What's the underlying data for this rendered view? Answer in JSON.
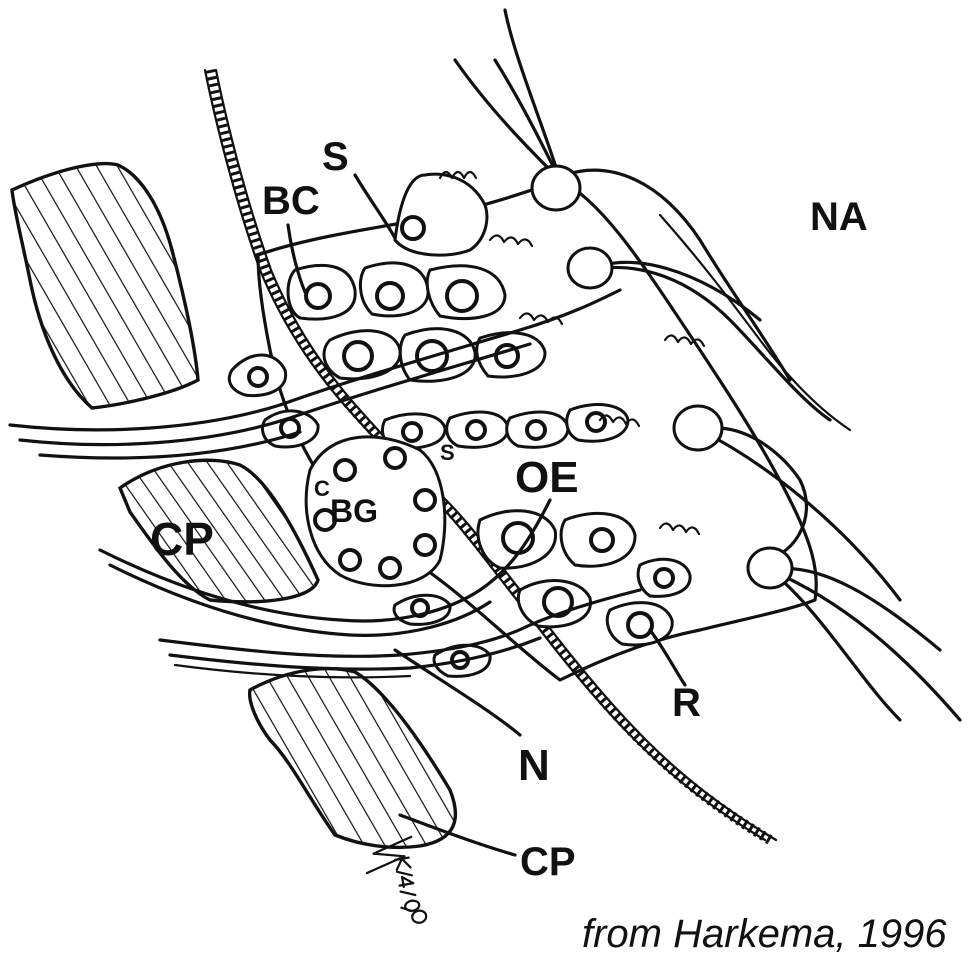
{
  "labels": {
    "bc": "BC",
    "s": "S",
    "na": "NA",
    "oe": "OE",
    "bg": "BG",
    "cp_left": "CP",
    "cp_bottom": "CP",
    "n": "N",
    "r": "R",
    "s_small": "S",
    "c_small": "C"
  },
  "credit": "from Harkema, 1996",
  "signature": "R.4/90"
}
